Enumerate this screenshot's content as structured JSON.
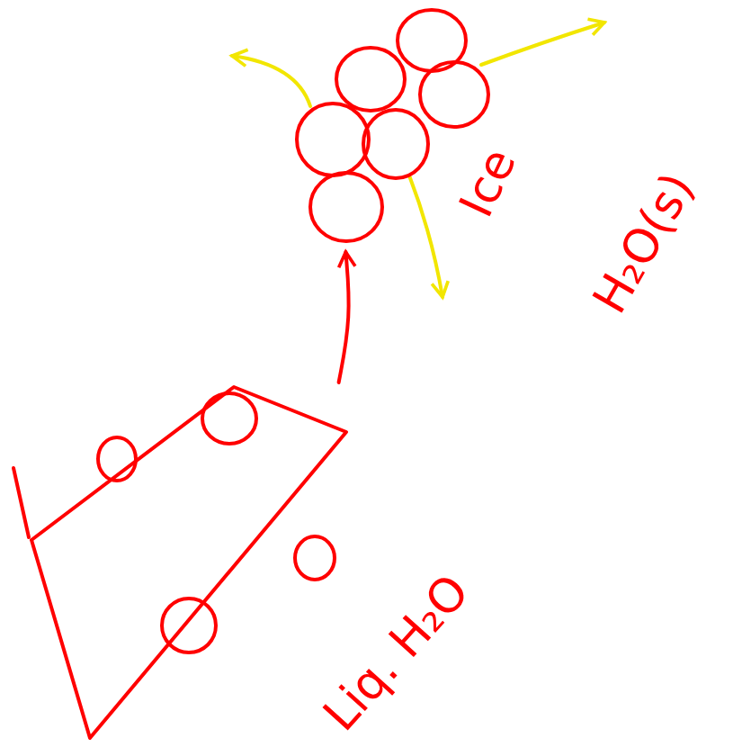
{
  "diagram": {
    "nodes": [
      {
        "text": [
          "Ice",
          "H₂O(s)"
        ]
      },
      {
        "text": [
          "Liq. H₂O"
        ]
      }
    ],
    "edges": [
      {
        "from": 1,
        "to": 0,
        "arrow": "to"
      }
    ]
  }
}
